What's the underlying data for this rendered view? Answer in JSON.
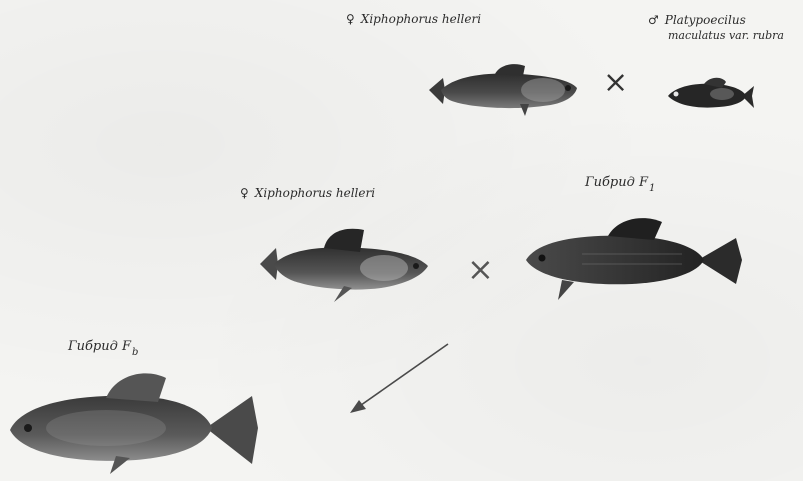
{
  "row1": {
    "female_symbol": "♀",
    "female_species": "Xiphophorus helleri",
    "male_symbol": "♂",
    "male_species_line1": "Platypoecilus",
    "male_species_line2": "maculatus var. rubra",
    "cross_symbol": "×"
  },
  "row2": {
    "female_symbol": "♀",
    "female_species": "Xiphophorus helleri",
    "hybrid_label": "Гибрид F",
    "hybrid_sub": "1",
    "cross_symbol": "×"
  },
  "row3": {
    "hybrid_label": "Гибрид F",
    "hybrid_sub": "b"
  },
  "colors": {
    "paper": "#f4f4f2",
    "ink": "#2b2b2b",
    "fish_dark": "#3a3a3a",
    "fish_mid": "#6e6e6e"
  }
}
